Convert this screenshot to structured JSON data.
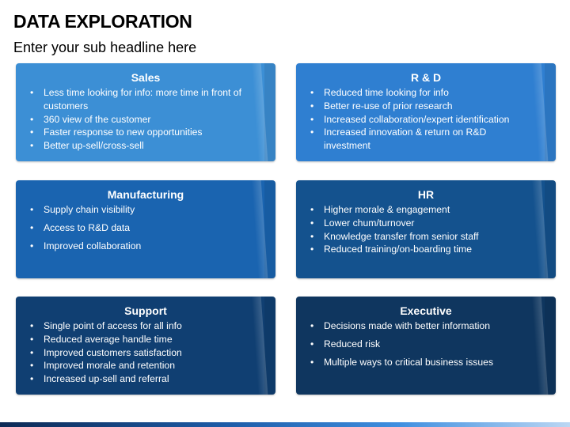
{
  "title": "DATA EXPLORATION",
  "subtitle": "Enter your sub headline here",
  "cards": [
    {
      "title": "Sales",
      "items": [
        "Less time looking for info: more time in front of customers",
        "360 view of the customer",
        "Faster response to new opportunities",
        "Better up-sell/cross-sell"
      ]
    },
    {
      "title": "R & D",
      "items": [
        "Reduced time looking for info",
        "Better re-use of prior research",
        "Increased collaboration/expert identification",
        "Increased innovation & return on R&D investment"
      ]
    },
    {
      "title": "Manufacturing",
      "items": [
        " Supply chain visibility",
        "Access to R&D data",
        "Improved collaboration"
      ]
    },
    {
      "title": "HR",
      "items": [
        "Higher morale & engagement",
        "Lower chum/turnover",
        "Knowledge transfer from senior staff",
        "Reduced training/on-boarding time"
      ]
    },
    {
      "title": "Support",
      "items": [
        "Single point of access for all info",
        "Reduced average handle time",
        "Improved customers satisfaction",
        "Improved morale and retention",
        "Increased up-sell and referral"
      ]
    },
    {
      "title": "Executive",
      "items": [
        "Decisions made with better information",
        "Reduced risk",
        "Multiple ways to critical business issues"
      ]
    }
  ],
  "colors": {
    "sales": "#3c8fd5",
    "rnd": "#2f7fd1",
    "manufacturing": "#1a64b0",
    "hr": "#14528e",
    "support": "#103f72",
    "executive": "#0f365f"
  }
}
